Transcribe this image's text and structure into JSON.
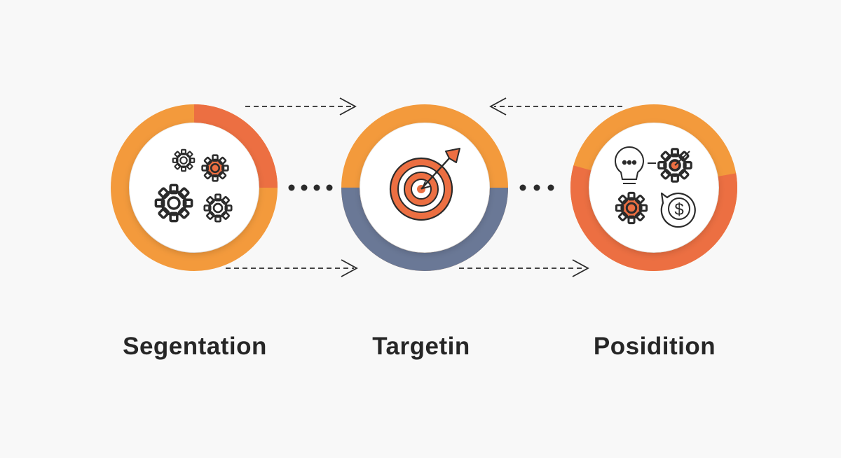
{
  "steps": [
    {
      "label": "Segentation",
      "icon": "gears-icon"
    },
    {
      "label": "Targetin",
      "icon": "target-arrow-icon"
    },
    {
      "label": "Posidition",
      "icon": "strategy-icons"
    }
  ],
  "colors": {
    "background": "#f8f8f8",
    "orange": "#f39a3c",
    "coral": "#ec6f42",
    "slate": "#6a7896",
    "ink": "#2b2b2b",
    "label": "#262626"
  }
}
